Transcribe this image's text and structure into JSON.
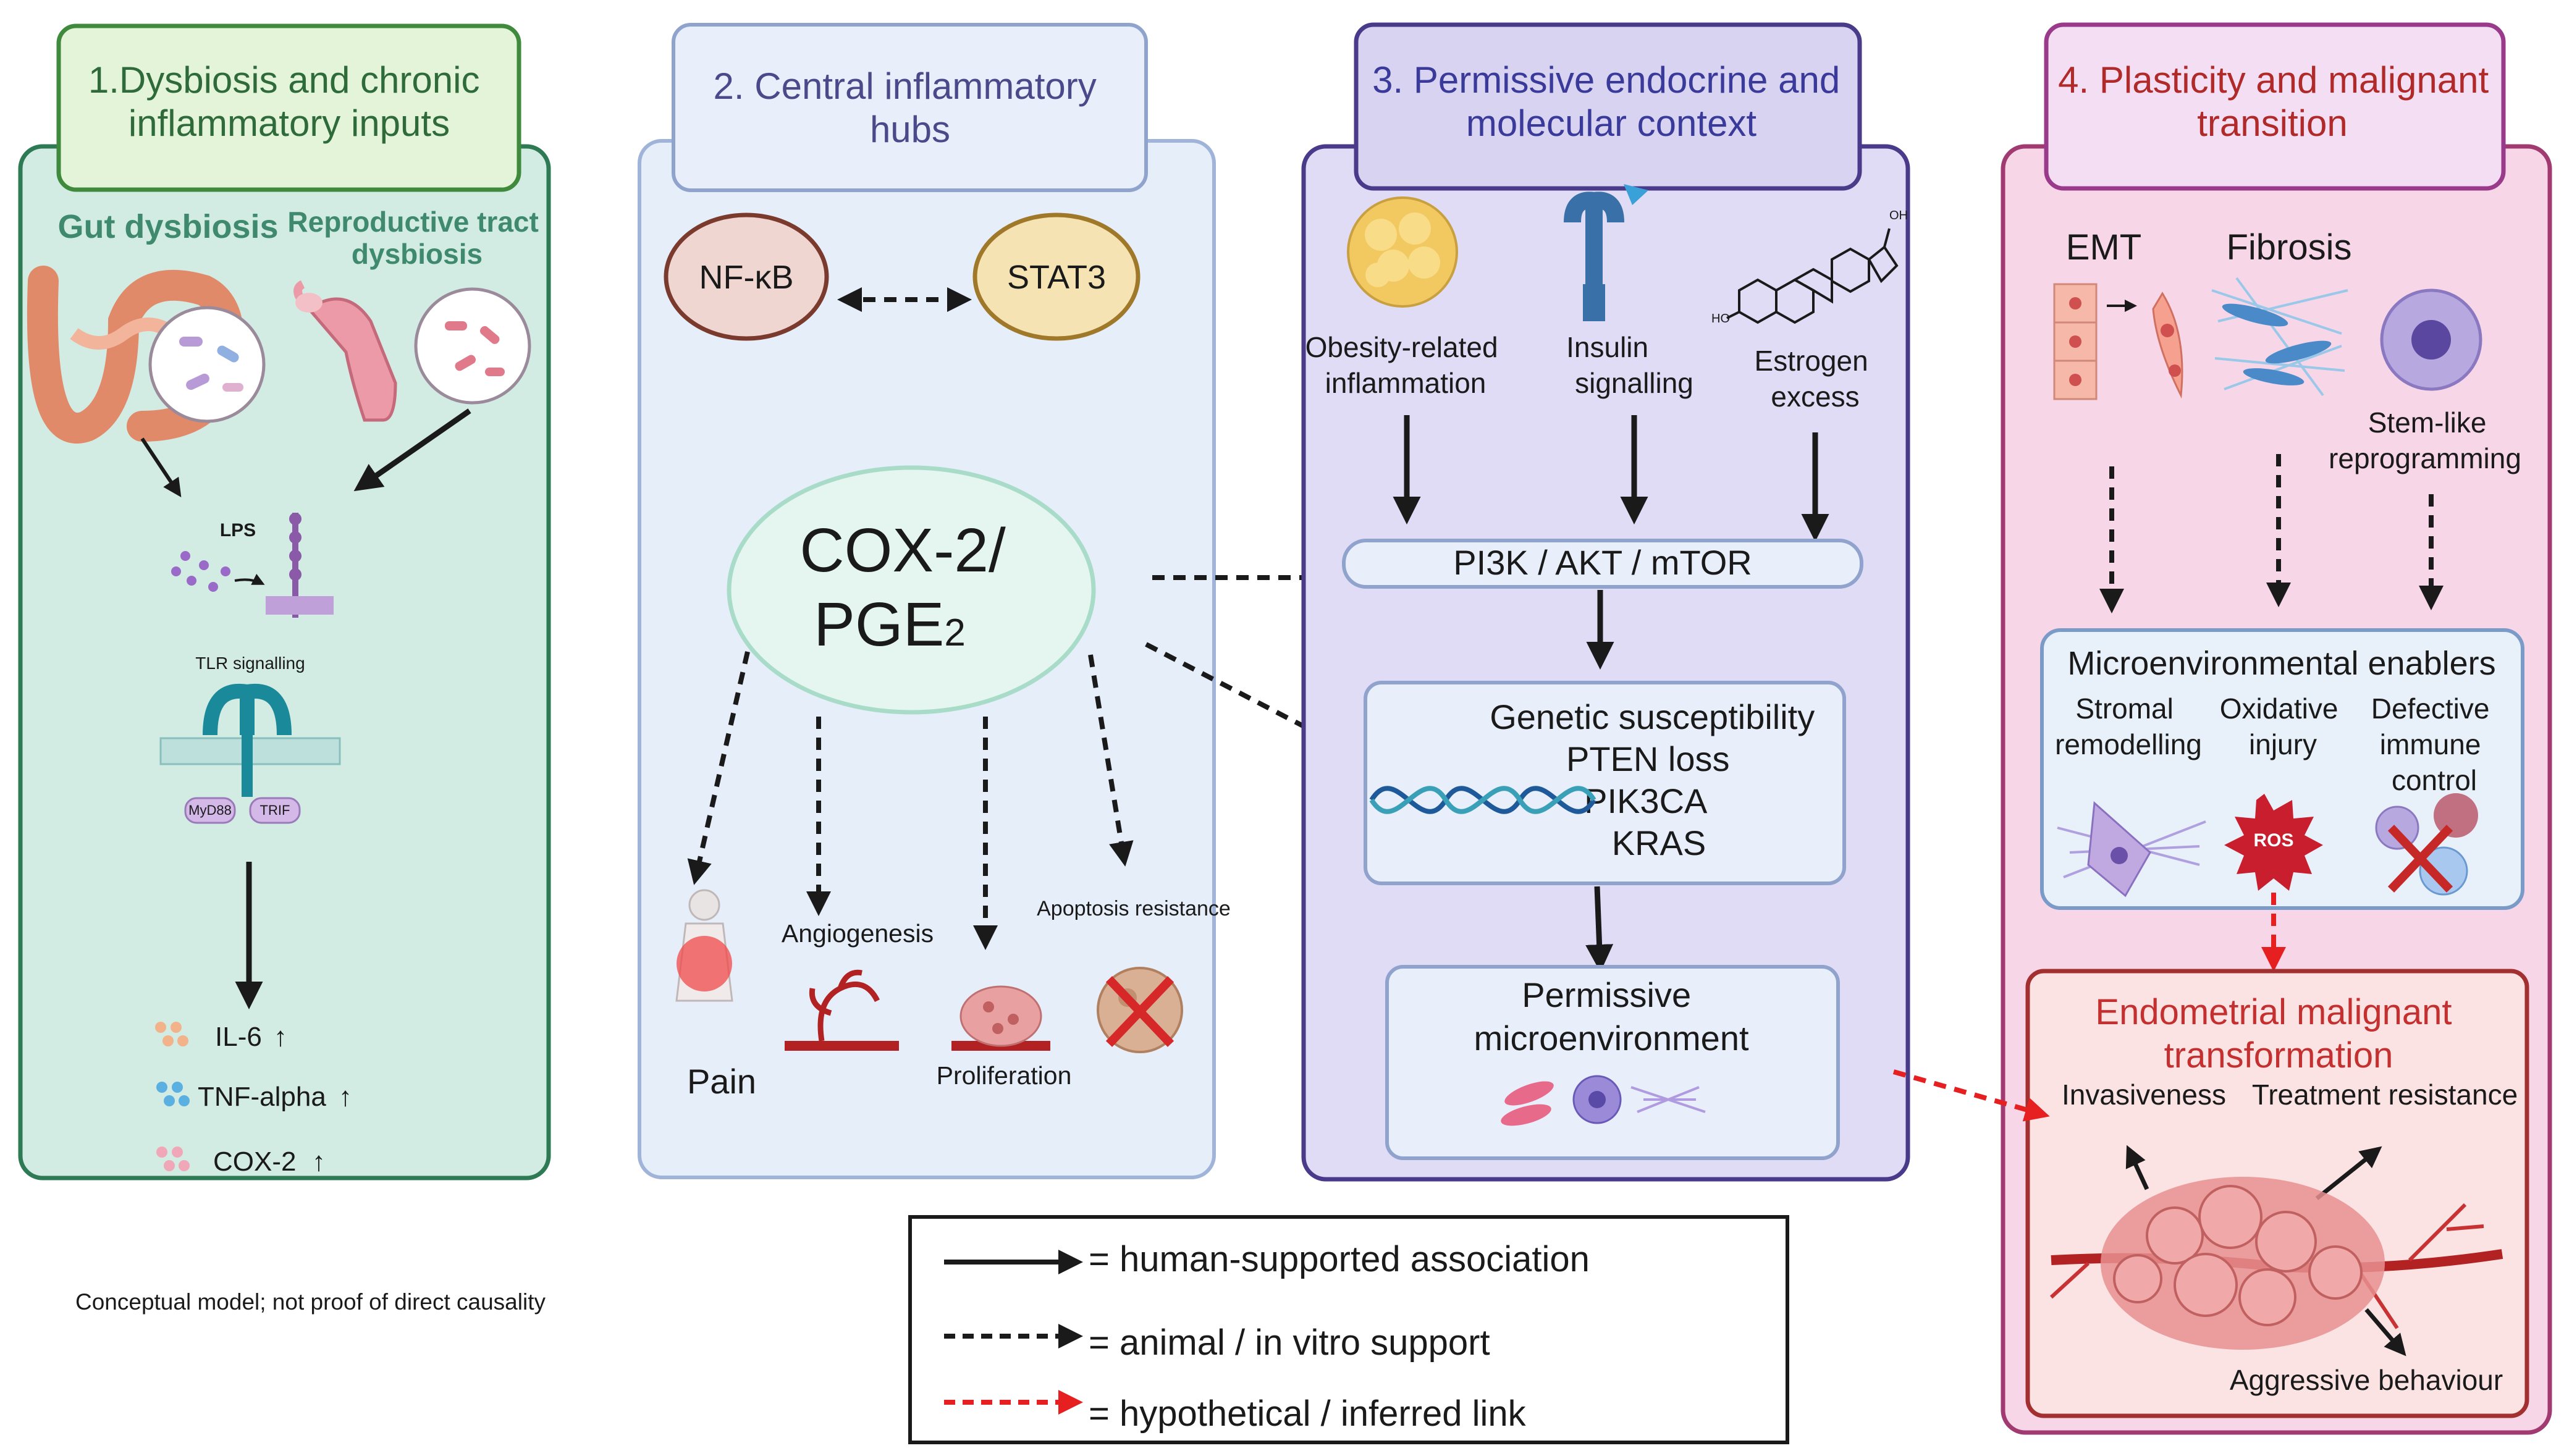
{
  "panels": {
    "p1": {
      "title_lines": [
        "1.Dysbiosis and chronic",
        "inflammatory inputs"
      ],
      "gut": "Gut dysbiosis",
      "repro_lines": [
        "Reproductive tract",
        "dysbiosis"
      ],
      "lps": "LPS",
      "tlr": "TLR signalling",
      "myd88": "MyD88",
      "trif": "TRIF",
      "markers": [
        "IL-6",
        "TNF-alpha",
        "COX-2"
      ],
      "up_arrow": "↑",
      "colors": {
        "header_fill": "#e3f4d9",
        "header_stroke": "#3f8a3d",
        "body_fill": "#d2ebe3",
        "body_stroke": "#2e7a55",
        "title_text": "#2f6b3a",
        "label_text": "#3f8a6f"
      }
    },
    "p2": {
      "title_lines": [
        "2. Central inflammatory",
        "hubs"
      ],
      "nfkb": "NF-κB",
      "stat3": "STAT3",
      "cox_lines": [
        "COX-2/",
        "PGE"
      ],
      "cox_sub": "2",
      "effects": {
        "pain": "Pain",
        "angiogenesis": "Angiogenesis",
        "proliferation": "Proliferation",
        "apoptosis": "Apoptosis resistance"
      },
      "colors": {
        "header_fill": "#e8eefa",
        "header_stroke": "#8fa3cc",
        "body_fill": "#e6eefa",
        "body_stroke": "#9fb4d8",
        "title_text": "#4a4a8a",
        "nfkb_fill": "#f0d6d0",
        "nfkb_stroke": "#7a3a2e",
        "stat3_fill": "#f5e3b4",
        "stat3_stroke": "#a0782a",
        "cox_fill": "#e4f6ef",
        "cox_stroke": "#a9dcc8"
      }
    },
    "p3": {
      "title_lines": [
        "3. Permissive endocrine and",
        "molecular context"
      ],
      "inputs": {
        "obesity": [
          "Obesity-related",
          "inflammation"
        ],
        "insulin": [
          "Insulin",
          "signalling"
        ],
        "estrogen": [
          "Estrogen",
          "excess"
        ]
      },
      "pathway": "PI3K / AKT / mTOR",
      "genetic_lines": [
        "Genetic susceptibility",
        "PTEN loss",
        "PIK3CA",
        "KRAS"
      ],
      "permissive_lines": [
        "Permissive",
        "microenvironment"
      ],
      "colors": {
        "header_fill": "#d8d3f0",
        "header_stroke": "#4a3a8a",
        "body_fill": "#e0dcf5",
        "body_stroke": "#4a3a8a",
        "title_text": "#3a3a9a",
        "box_fill": "#e8eefa",
        "box_stroke": "#8fa3cc"
      }
    },
    "p4": {
      "title_lines": [
        "4. Plasticity and malignant",
        "transition"
      ],
      "emt": "EMT",
      "fibrosis": "Fibrosis",
      "stem_lines": [
        "Stem-like",
        "reprogramming"
      ],
      "micro_title": "Microenvironmental enablers",
      "enablers": {
        "stromal": [
          "Stromal",
          "remodelling"
        ],
        "oxidative": [
          "Oxidative",
          "injury"
        ],
        "immune": [
          "Defective",
          "immune",
          "control"
        ]
      },
      "ros": "ROS",
      "malignant_lines": [
        "Endometrial malignant",
        "transformation"
      ],
      "invasiveness": "Invasiveness",
      "treatment": "Treatment resistance",
      "aggressive": "Aggressive behaviour",
      "colors": {
        "header_fill": "#f3def3",
        "header_stroke": "#9a3a8a",
        "body_fill": "#f7d6e8",
        "body_stroke": "#a03a70",
        "title_text": "#b02a2a",
        "micro_fill": "#e8f0fa",
        "micro_stroke": "#7a9ac8",
        "malig_fill": "#fbe3e3",
        "malig_stroke": "#a33030"
      }
    }
  },
  "legend": {
    "solid": "= human-supported association",
    "dashed": "= animal / in vitro support",
    "red_dashed": "= hypothetical / inferred link"
  },
  "footnote": "Conceptual model; not proof of direct causality",
  "colors": {
    "arrow": "#1a1a1a",
    "hypothetical": "#e62020"
  }
}
